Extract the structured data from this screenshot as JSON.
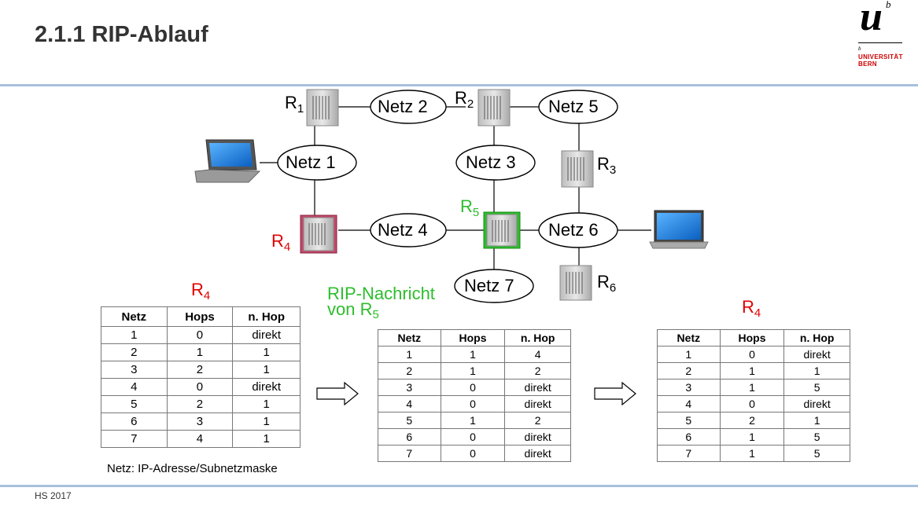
{
  "slide": {
    "title": "2.1.1 RIP-Ablauf",
    "footer": "HS 2017",
    "logo": {
      "u": "u",
      "b": "b",
      "line1": "UNIVERSITÄT",
      "line2": "BERN"
    },
    "rule_color": "#a7c0dc"
  },
  "diagram": {
    "networks": [
      "Netz 1",
      "Netz 2",
      "Netz 3",
      "Netz 4",
      "Netz 5",
      "Netz 6",
      "Netz 7"
    ],
    "routers": {
      "r1": {
        "base": "R",
        "sub": "1"
      },
      "r2": {
        "base": "R",
        "sub": "2"
      },
      "r3": {
        "base": "R",
        "sub": "3"
      },
      "r4": {
        "base": "R",
        "sub": "4"
      },
      "r5": {
        "base": "R",
        "sub": "5"
      },
      "r6": {
        "base": "R",
        "sub": "6"
      }
    },
    "colors": {
      "r4": "#e00000",
      "r5": "#2dbd2d",
      "router_body": "#d8d8d8"
    }
  },
  "left_table": {
    "label": {
      "base": "R",
      "sub": "4"
    },
    "headers": [
      "Netz",
      "Hops",
      "n. Hop"
    ],
    "rows": [
      [
        "1",
        "0",
        "direkt"
      ],
      [
        "2",
        "1",
        "1"
      ],
      [
        "3",
        "2",
        "1"
      ],
      [
        "4",
        "0",
        "direkt"
      ],
      [
        "5",
        "2",
        "1"
      ],
      [
        "6",
        "3",
        "1"
      ],
      [
        "7",
        "4",
        "1"
      ]
    ],
    "note": "Netz: IP-Adresse/Subnetzmaske"
  },
  "rip_message": {
    "line1": "RIP-Nachricht",
    "line2_base": "von R",
    "line2_sub": "5",
    "headers": [
      "Netz",
      "Hops",
      "n. Hop"
    ],
    "rows": [
      [
        "1",
        "1",
        "4"
      ],
      [
        "2",
        "1",
        "2"
      ],
      [
        "3",
        "0",
        "direkt"
      ],
      [
        "4",
        "0",
        "direkt"
      ],
      [
        "5",
        "1",
        "2"
      ],
      [
        "6",
        "0",
        "direkt"
      ],
      [
        "7",
        "0",
        "direkt"
      ]
    ]
  },
  "right_table": {
    "label": {
      "base": "R",
      "sub": "4"
    },
    "headers": [
      "Netz",
      "Hops",
      "n. Hop"
    ],
    "rows": [
      [
        "1",
        "0",
        "direkt"
      ],
      [
        "2",
        "1",
        "1"
      ],
      [
        "3",
        "1",
        "5"
      ],
      [
        "4",
        "0",
        "direkt"
      ],
      [
        "5",
        "2",
        "1"
      ],
      [
        "6",
        "1",
        "5"
      ],
      [
        "7",
        "1",
        "5"
      ]
    ]
  }
}
